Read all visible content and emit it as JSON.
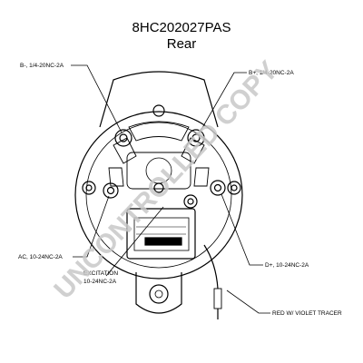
{
  "header": {
    "part_number": "8HC202027PAS",
    "view": "Rear"
  },
  "callouts": {
    "b_minus": "B-, 1/4-20NC-2A",
    "b_plus": "B+, 1/4-20NC-2A",
    "ac": "AC, 10-24NC-2A",
    "excitation_line1": "EXCITATION",
    "excitation_line2": "10-24NC-2A",
    "d_plus": "D+, 10-24NC-2A",
    "red_wire": "RED W/ VIOLET TRACER"
  },
  "watermark": {
    "text": "UNCONTROLLED COPY"
  },
  "colors": {
    "line": "#000000",
    "watermark": "#c8c8c8"
  }
}
